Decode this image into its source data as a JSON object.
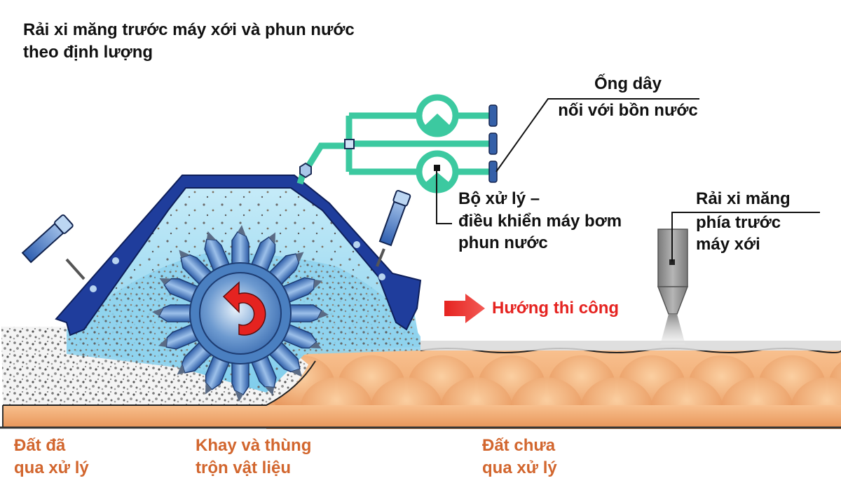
{
  "diagram": {
    "title_lines": [
      "Rải xi măng trước máy xới và phun nước",
      "theo định lượng"
    ],
    "labels": {
      "hose": {
        "lines": [
          "Ống dây",
          "nối với bồn nước"
        ]
      },
      "processor": {
        "lines": [
          "Bộ xử lý –",
          "điều khiển máy bơm",
          "phun nước"
        ]
      },
      "cement_spreader": {
        "lines": [
          "Rải xi măng",
          "phía trước",
          "máy xới"
        ]
      },
      "direction": {
        "text": "Hướng thi công",
        "icon": "arrow-right-icon"
      },
      "treated_soil": {
        "lines": [
          "Đất đã",
          "qua xử lý"
        ]
      },
      "mixing_chamber": {
        "lines": [
          "Khay và thùng",
          "trộn vật liệu"
        ]
      },
      "untreated_soil": {
        "lines": [
          "Đất chưa",
          "qua xử lý"
        ]
      }
    },
    "components": [
      "machine-housing",
      "mixing-rotor",
      "rotation-arrow-icon",
      "water-pump-assembly",
      "cement-hopper",
      "untreated-soil-layer",
      "treated-soil-layer"
    ],
    "colors": {
      "housing": "#1f3d9c",
      "chamber": "#a8dcf0",
      "rotor": "#4a7fc0",
      "rotation_arrow": "#e52320",
      "pipe": "#3cc9a0",
      "soil": "#f0a56b",
      "soil_dark": "#d9733a",
      "label_orange": "#d2662e",
      "label_red": "#e52320",
      "hopper": "#8e8e8e"
    }
  }
}
